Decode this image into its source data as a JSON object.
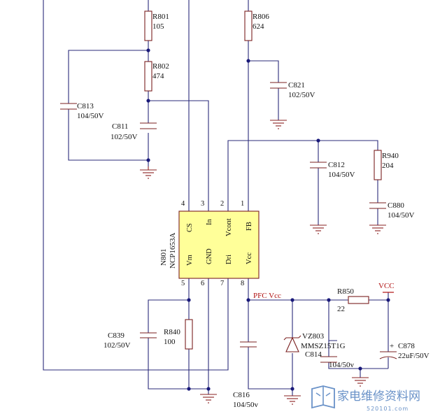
{
  "components": {
    "R801": {
      "ref": "R801",
      "value": "105"
    },
    "R802": {
      "ref": "R802",
      "value": "474"
    },
    "R806": {
      "ref": "R806",
      "value": "624"
    },
    "C821": {
      "ref": "C821",
      "value": "102/50V"
    },
    "C813": {
      "ref": "C813",
      "value": "104/50V"
    },
    "C811": {
      "ref": "C811",
      "value": "102/50V"
    },
    "C812": {
      "ref": "C812",
      "value": "104/50V"
    },
    "R940": {
      "ref": "R940",
      "value": "204"
    },
    "C880": {
      "ref": "C880",
      "value": "104/50V"
    },
    "C839": {
      "ref": "C839",
      "value": "102/50V"
    },
    "R840": {
      "ref": "R840",
      "value": "100"
    },
    "C816": {
      "ref": "C816",
      "value": "104/50v"
    },
    "VZ803": {
      "ref": "VZ803",
      "value": "MMSZ15T1G"
    },
    "C814": {
      "ref": "C814",
      "value": "104/50v"
    },
    "R850": {
      "ref": "R850",
      "value": "22"
    },
    "C878": {
      "ref": "C878",
      "value": "22uF/50V",
      "polarity": "+"
    }
  },
  "ic": {
    "ref": "N801",
    "part": "NCP1653A",
    "pins": [
      {
        "num": "1",
        "name": "FB"
      },
      {
        "num": "2",
        "name": "Vcont"
      },
      {
        "num": "3",
        "name": "In"
      },
      {
        "num": "4",
        "name": "CS"
      },
      {
        "num": "5",
        "name": "Vm"
      },
      {
        "num": "6",
        "name": "GND"
      },
      {
        "num": "7",
        "name": "Dri"
      },
      {
        "num": "8",
        "name": "Vcc"
      }
    ]
  },
  "nets": {
    "pfc_vcc": "PFC  Vcc",
    "vcc": "VCC"
  },
  "watermark": {
    "text": "家电维修资料网",
    "url": "520101.com"
  },
  "colors": {
    "wire": "#2b2b7a",
    "component": "#7a1f1f",
    "ic_fill": "#ffff99",
    "net_label": "#b01010",
    "watermark": "#6a92c8"
  }
}
